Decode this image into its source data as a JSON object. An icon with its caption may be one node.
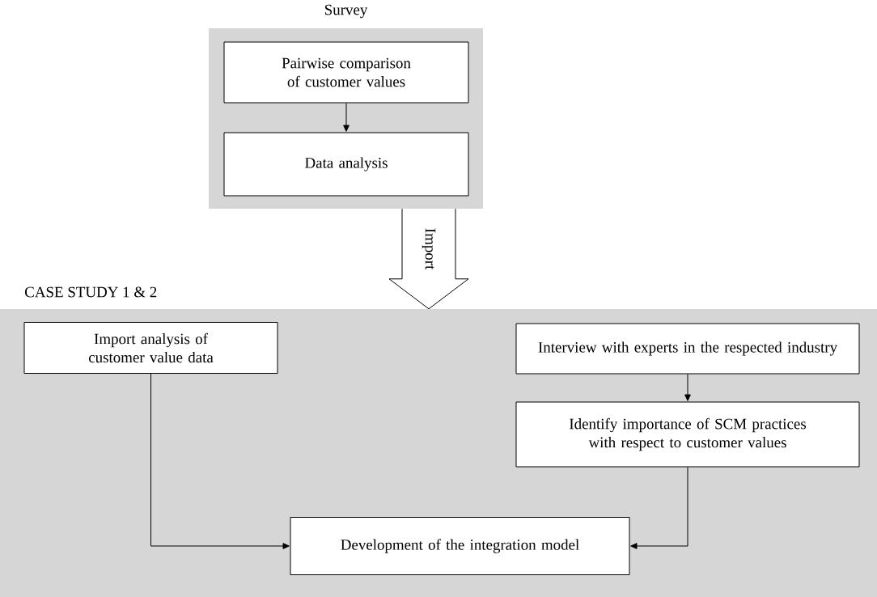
{
  "diagram": {
    "nodes": [
      {
        "text": [
          "Survey"
        ]
      },
      {
        "text": [
          "Pairwise comparison of customer values"
        ],
        "in": 0
      },
      {
        "text": [
          "Data analysis"
        ],
        "in": 0
      },
      {
        "text": [
          "CASE STUDY 1 & 2"
        ]
      },
      {
        "text": [
          "Import analysis of customer value data"
        ],
        "in": 3
      },
      {
        "text": [
          "Interview with experts in the respected industry"
        ],
        "in": 3
      },
      {
        "text": [
          "Identify importance of SCM practices with respect to customer values"
        ],
        "in": 3
      },
      {
        "text": [
          "Development of the integration model"
        ],
        "in": 3
      }
    ],
    "edges": [
      {
        "from": 1,
        "to": 2,
        "arrow": "to"
      },
      {
        "from": 0,
        "to": 3,
        "arrow": "to",
        "style": "thick",
        "label": "Import"
      },
      {
        "from": 5,
        "to": 6,
        "arrow": "to"
      },
      {
        "from": 4,
        "to": 7,
        "arrow": "to"
      },
      {
        "from": 6,
        "to": 7,
        "arrow": "to"
      }
    ]
  }
}
